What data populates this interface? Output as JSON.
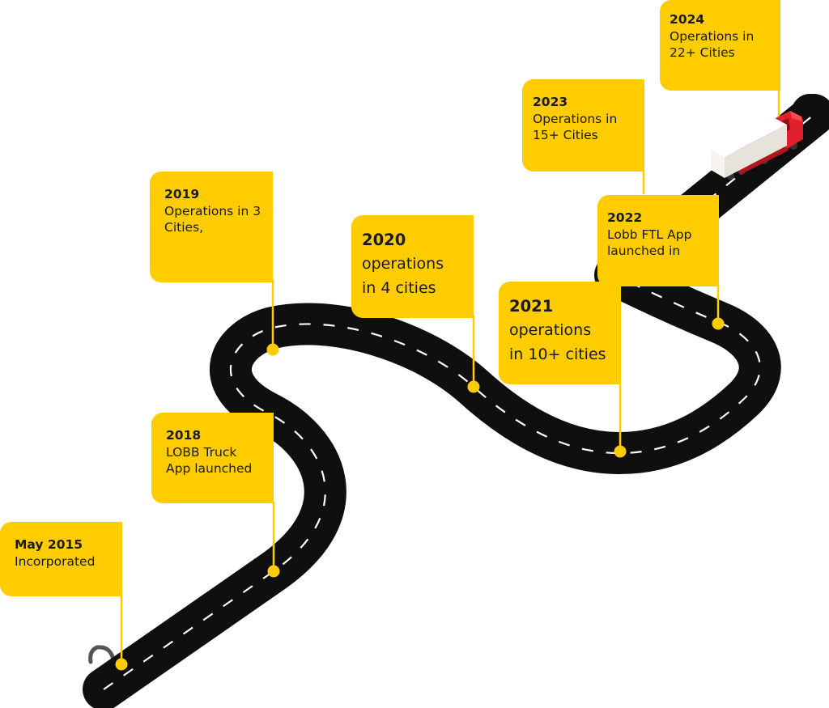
{
  "colors": {
    "road": "#0f0f0f",
    "lane_marks": "#ffffff",
    "flag": "#ffcc00",
    "text": "#1a1a1a",
    "truck_cab": "#e0202a",
    "truck_trailer": "#f2f0ea",
    "start_pole": "#555555"
  },
  "milestones": [
    {
      "year": "May 2015",
      "text": "Incorporated"
    },
    {
      "year": "2018",
      "text": "LOBB Truck\nApp launched"
    },
    {
      "year": "2019",
      "text": "Operations in 3\nCities,"
    },
    {
      "year": "2020",
      "text": "operations\nin 4 cities"
    },
    {
      "year": "2021",
      "text": "operations\nin 10+ cities"
    },
    {
      "year": "2022",
      "text": "Lobb FTL App\nlaunched in"
    },
    {
      "year": "2023",
      "text": "Operations in\n15+ Cities"
    },
    {
      "year": "2024",
      "text": "Operations in\n22+ Cities"
    }
  ],
  "icons": {
    "vehicle": "truck-icon",
    "start": "start-pole-icon"
  }
}
